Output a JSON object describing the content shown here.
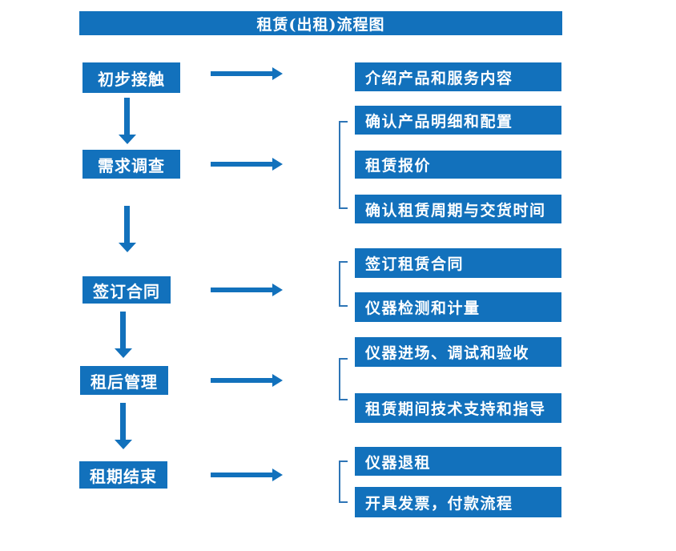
{
  "title": "租赁(出租)流程图",
  "colors": {
    "primary": "#1271BC",
    "bracket": "#2E75B6",
    "text_on_primary": "#FFFFFF",
    "background": "#FFFFFF"
  },
  "steps": [
    {
      "label": "初步接触",
      "details": [
        "介绍产品和服务内容"
      ]
    },
    {
      "label": "需求调查",
      "details": [
        "确认产品明细和配置",
        "租赁报价",
        "确认租赁周期与交货时间"
      ]
    },
    {
      "label": "签订合同",
      "details": [
        "签订租赁合同",
        "仪器检测和计量"
      ]
    },
    {
      "label": "租后管理",
      "details": [
        "仪器进场、调试和验收",
        "租赁期间技术支持和指导"
      ]
    },
    {
      "label": "租期结束",
      "details": [
        "仪器退租",
        "开具发票，付款流程"
      ]
    }
  ]
}
